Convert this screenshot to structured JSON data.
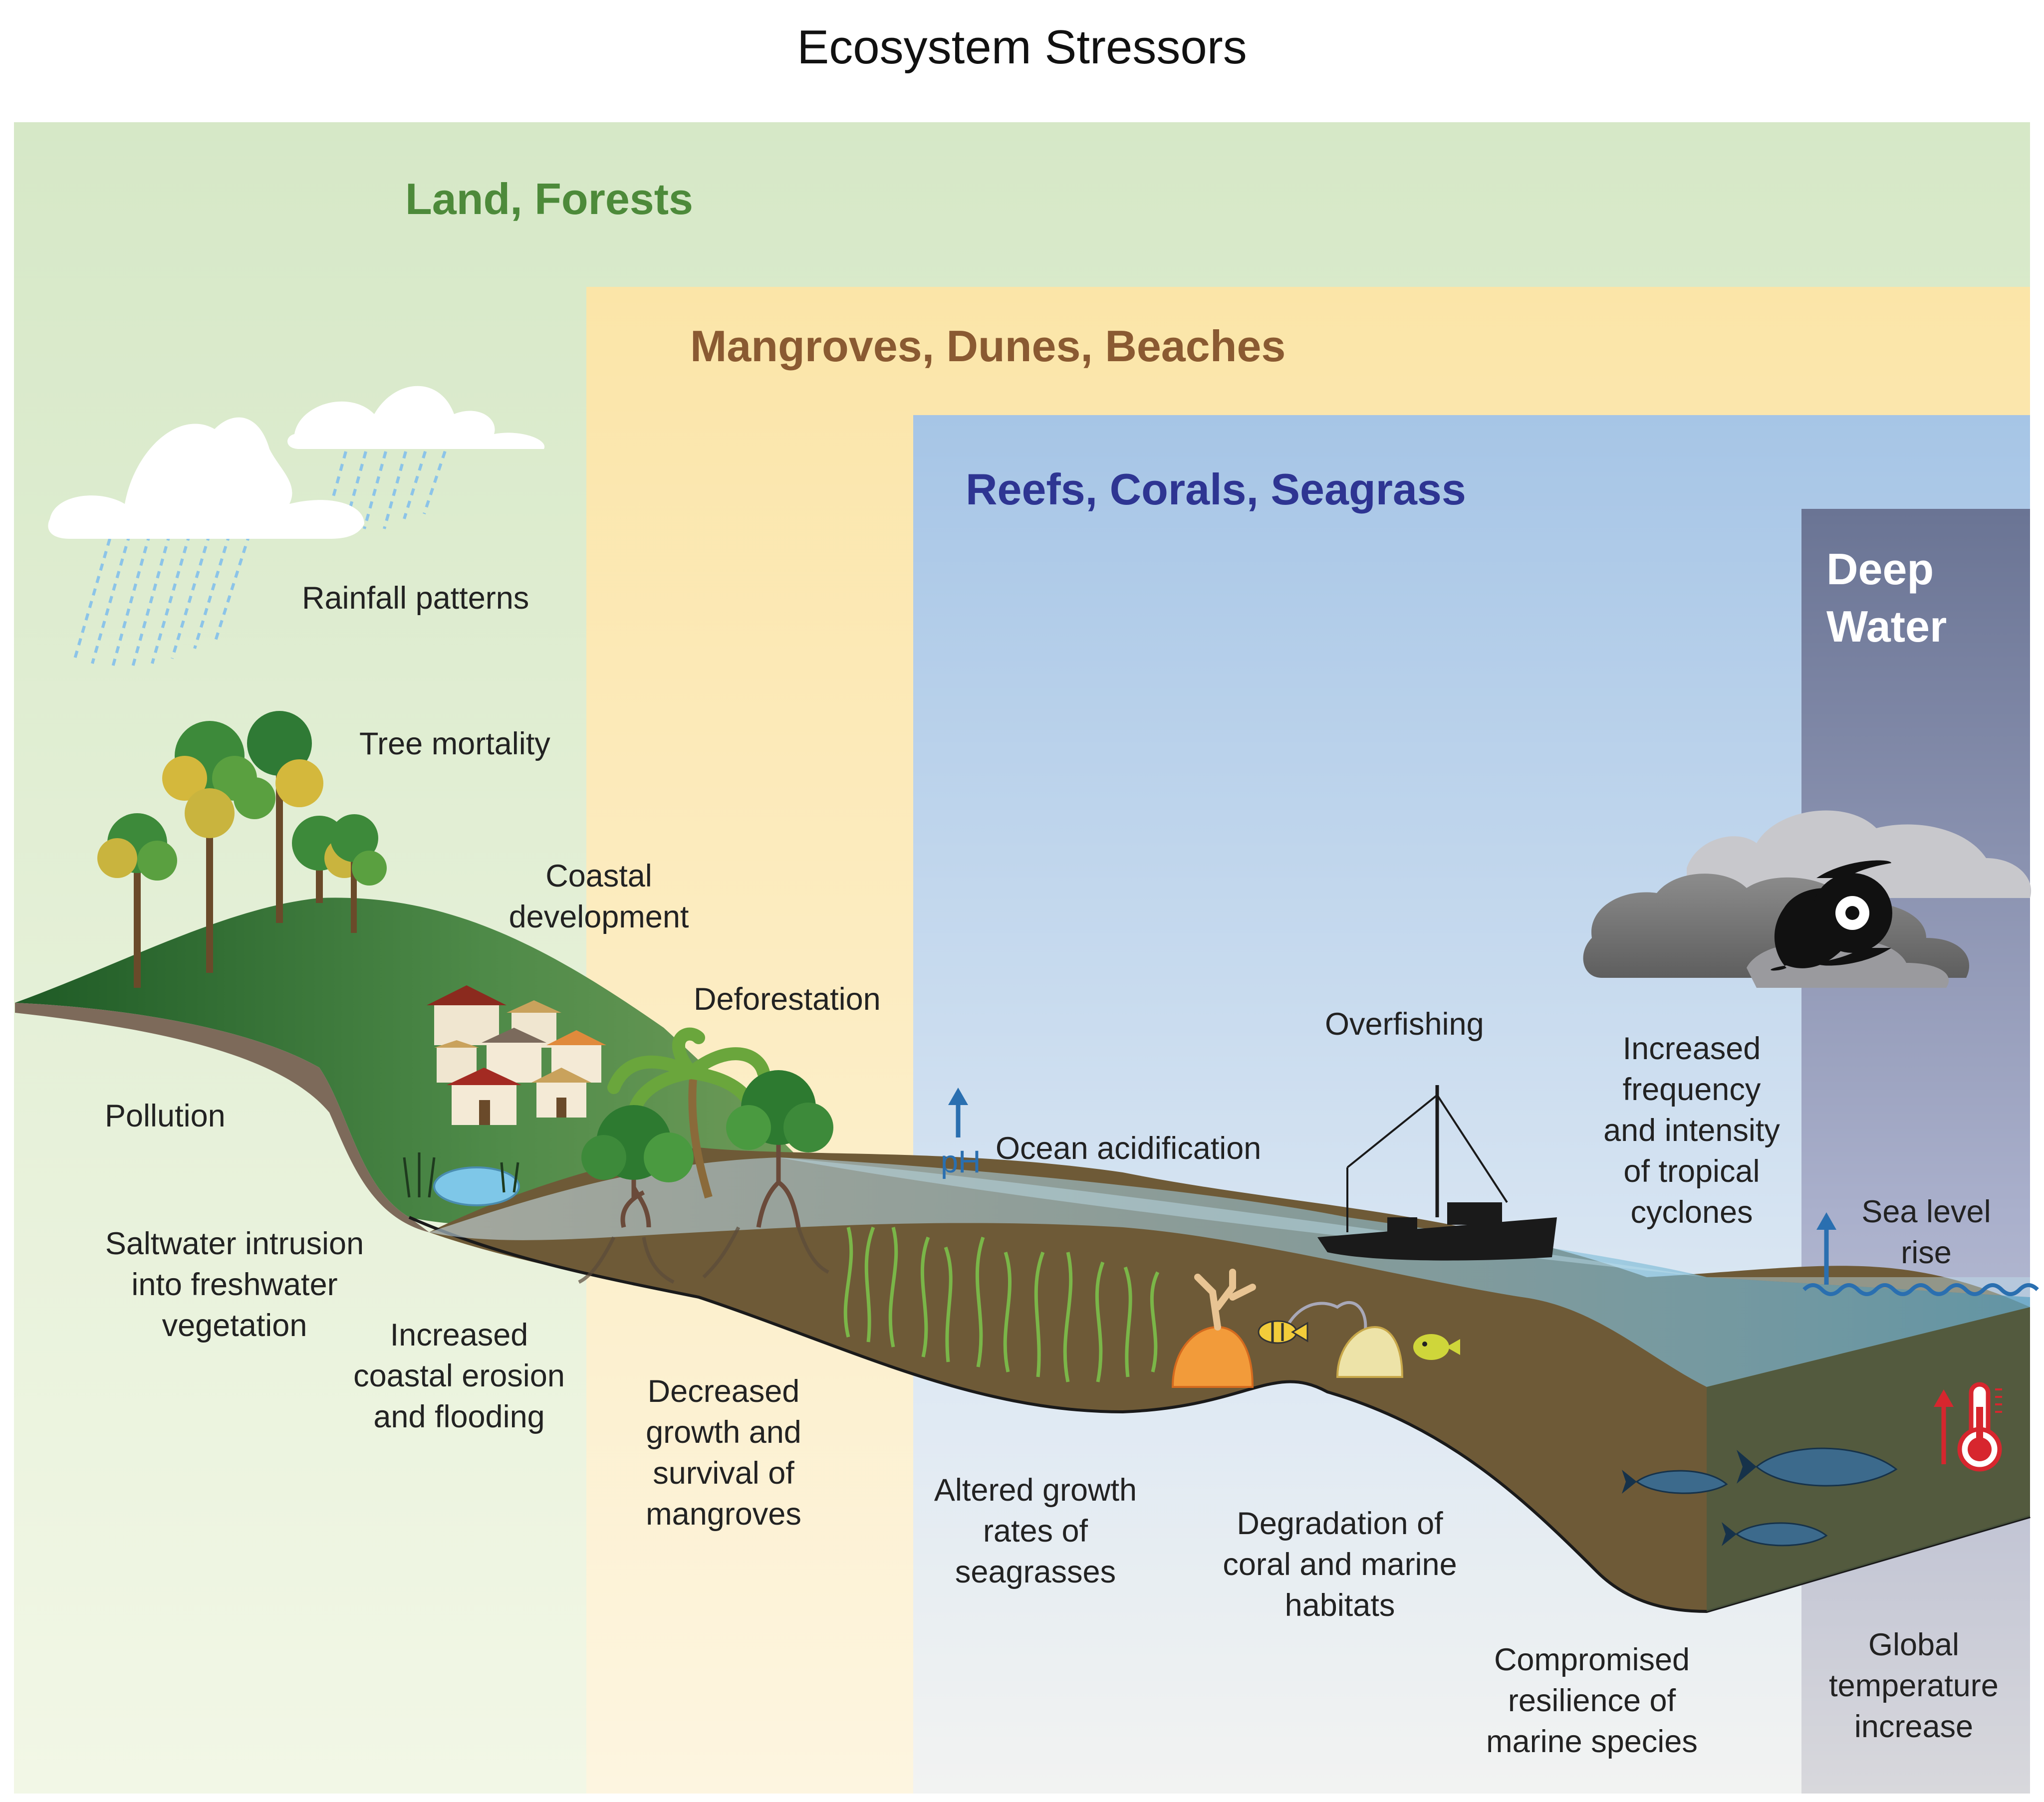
{
  "title": "Ecosystem Stressors",
  "zones": {
    "land": "Land, Forests",
    "mangroves": "Mangroves, Dunes, Beaches",
    "reefs": "Reefs, Corals, Seagrass",
    "deep_line1": "Deep",
    "deep_line2": "Water"
  },
  "stressors": {
    "rainfall": "Rainfall patterns",
    "tree_mortality": "Tree mortality",
    "coastal_dev_1": "Coastal",
    "coastal_dev_2": "development",
    "deforestation": "Deforestation",
    "pollution": "Pollution",
    "saltwater_1": "Saltwater intrusion",
    "saltwater_2": "into freshwater",
    "saltwater_3": "vegetation",
    "erosion_1": "Increased",
    "erosion_2": "coastal erosion",
    "erosion_3": "and flooding",
    "mangrove_1": "Decreased",
    "mangrove_2": "growth and",
    "mangrove_3": "survival of",
    "mangrove_4": "mangroves",
    "acidification": "Ocean acidification",
    "ph": "pH",
    "overfishing": "Overfishing",
    "cyclones_1": "Increased",
    "cyclones_2": "frequency",
    "cyclones_3": "and intensity",
    "cyclones_4": "of tropical",
    "cyclones_5": "cyclones",
    "sealevel_1": "Sea level",
    "sealevel_2": "rise",
    "seagrass_1": "Altered growth",
    "seagrass_2": "rates of",
    "seagrass_3": "seagrasses",
    "coral_1": "Degradation of",
    "coral_2": "coral and marine",
    "coral_3": "habitats",
    "resilience_1": "Compromised",
    "resilience_2": "resilience of",
    "resilience_3": "marine species",
    "temperature_1": "Global",
    "temperature_2": "temperature",
    "temperature_3": "increase"
  },
  "colors": {
    "land": "#4d8a3a",
    "mangroves": "#8a5a32",
    "reefs": "#2e3592",
    "deep_text": "#ffffff",
    "arrow_blue": "#2a6fb0",
    "thermometer": "#d7262e"
  },
  "icons": [
    "cloud-icon",
    "rain-icon",
    "tree-icon",
    "house-icon",
    "pond-icon",
    "palm-icon",
    "mangrove-icon",
    "seagrass-icon",
    "coral-icon",
    "fish-icon",
    "boat-icon",
    "storm-cloud-icon",
    "hurricane-icon",
    "arrow-up-icon",
    "wave-icon",
    "thermometer-icon"
  ]
}
